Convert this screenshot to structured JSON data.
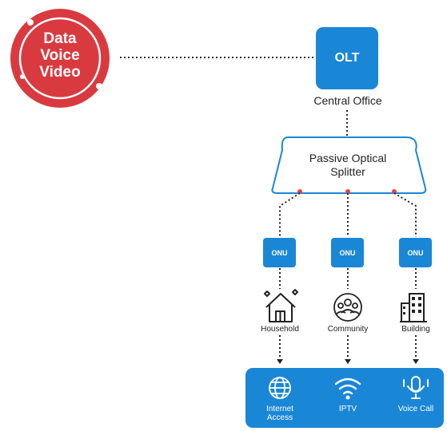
{
  "badge": {
    "lines": [
      "Data",
      "Voice",
      "Video"
    ],
    "color": "#d93a3f"
  },
  "olt": {
    "label": "OLT",
    "caption": "Central Office"
  },
  "splitter": {
    "line1": "Passive Optical",
    "line2": "Splitter"
  },
  "onus": [
    {
      "label": "ONU",
      "site": "Household",
      "icon": "house-icon"
    },
    {
      "label": "ONU",
      "site": "Community",
      "icon": "community-icon"
    },
    {
      "label": "ONU",
      "site": "Building",
      "icon": "building-icon"
    }
  ],
  "services": [
    {
      "label1": "Internet",
      "label2": "Access",
      "icon": "globe-icon"
    },
    {
      "label1": "IPTV",
      "label2": "",
      "icon": "wifi-icon"
    },
    {
      "label1": "Voice Call",
      "label2": "",
      "icon": "microphone-icon"
    }
  ],
  "colors": {
    "accent": "#1a87d6",
    "badge": "#d93a3f",
    "connector_dot": "#e0454a"
  }
}
